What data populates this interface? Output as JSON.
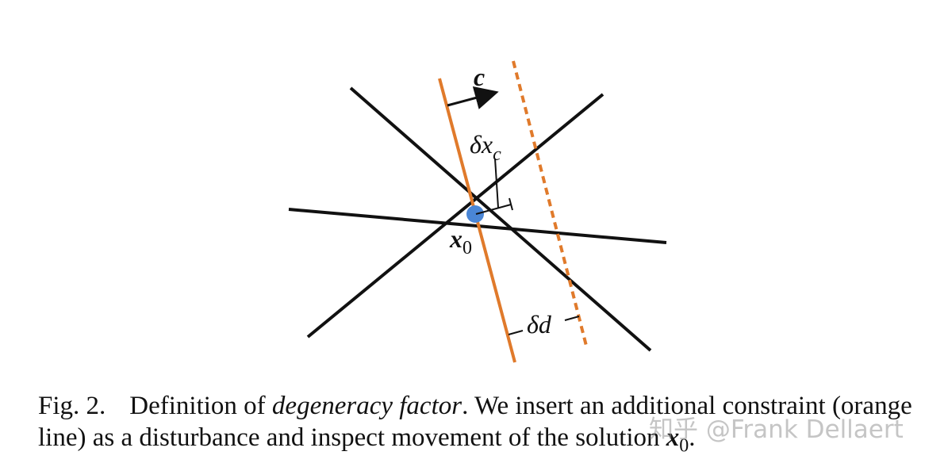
{
  "figure": {
    "labels": {
      "vector": "c",
      "perturbation": "δx",
      "perturbation_sub": "c",
      "solution": "x",
      "solution_sub": "0",
      "offset": "δd"
    },
    "colors": {
      "constraint_lines": "#111111",
      "added_constraint": "#e07a2b",
      "solution_point": "#4a86d6"
    }
  },
  "caption": {
    "figure_number": "Fig. 2.",
    "text_before": "Definition of ",
    "term": "degeneracy factor",
    "text_after": ". We insert an additional constraint (orange line) as a disturbance and inspect movement of the solution ",
    "math_symbol": "x",
    "math_sub": "0",
    "end": "."
  },
  "watermark": "知乎 @Frank Dellaert"
}
